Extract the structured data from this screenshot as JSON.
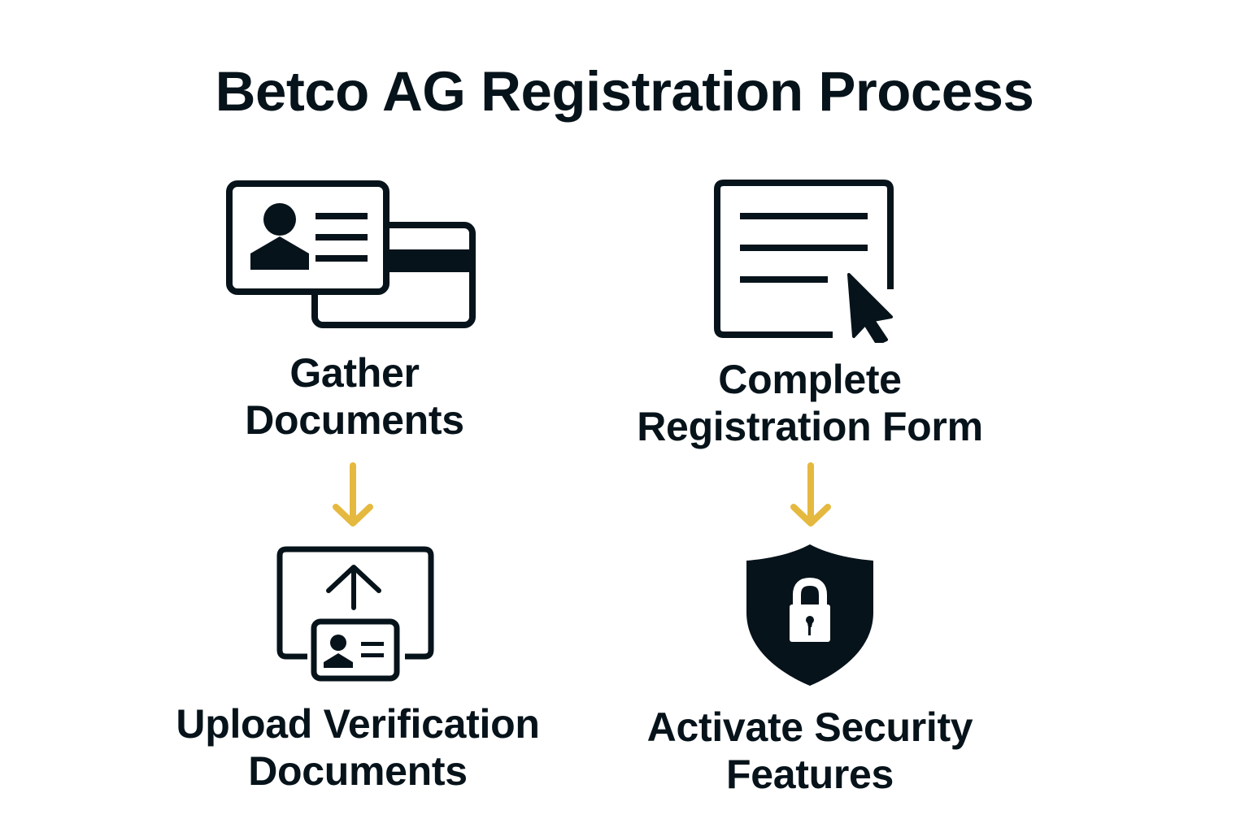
{
  "title": "Betco AG Registration Process",
  "colors": {
    "ink": "#07131a",
    "arrow": "#e5b93f",
    "background": "#ffffff"
  },
  "steps": [
    {
      "id": "gather-documents",
      "icon": "id-card-and-credit-card-icon",
      "label_lines": [
        "Gather",
        "Documents"
      ],
      "position": "top-left"
    },
    {
      "id": "complete-registration-form",
      "icon": "form-with-cursor-icon",
      "label_lines": [
        "Complete",
        "Registration Form"
      ],
      "position": "top-right"
    },
    {
      "id": "upload-verification-documents",
      "icon": "upload-id-card-icon",
      "label_lines": [
        "Upload Verification",
        "Documents"
      ],
      "position": "bottom-left"
    },
    {
      "id": "activate-security-features",
      "icon": "shield-lock-icon",
      "label_lines": [
        "Activate Security",
        "Features"
      ],
      "position": "bottom-right"
    }
  ],
  "connectors": [
    {
      "from": "gather-documents",
      "to": "upload-verification-documents",
      "icon": "arrow-down-icon"
    },
    {
      "from": "complete-registration-form",
      "to": "activate-security-features",
      "icon": "arrow-down-icon"
    }
  ]
}
